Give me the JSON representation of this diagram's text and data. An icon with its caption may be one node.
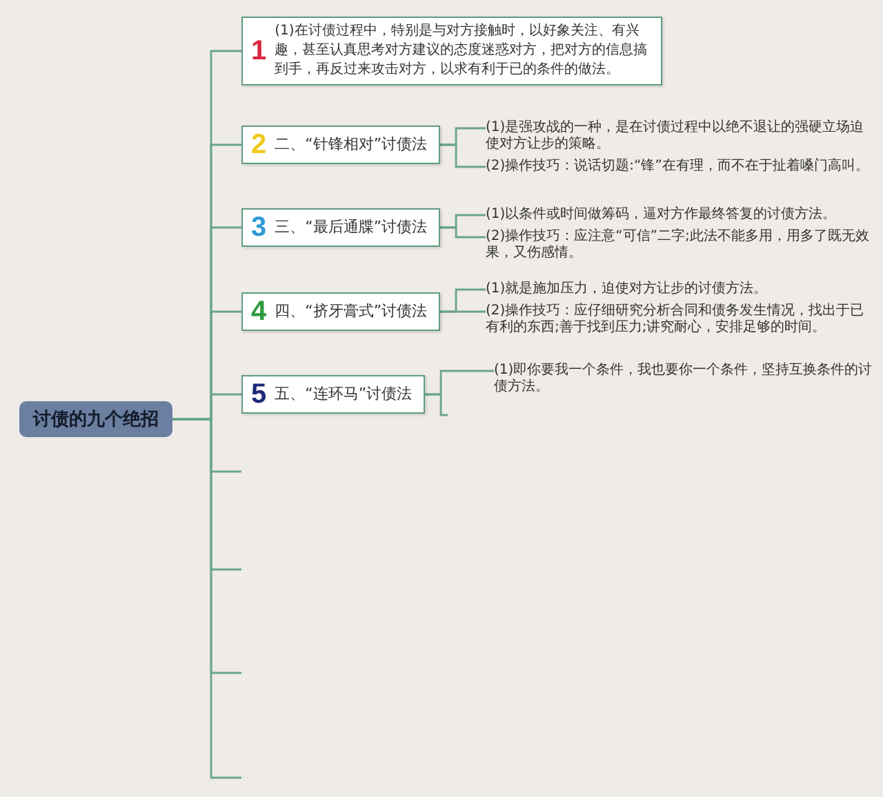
{
  "diagram": {
    "nodes": [
      {
        "text": [
          "讨债的九个绝招"
        ]
      },
      {
        "text": [
          "1",
          "(1)在讨债过程中，特别是与对方接触时，以好象关注、有兴趣，甚至认真思考对方建议的态度迷惑对方，把对方的信息搞到手，再反过来攻击对方，以求有利于已的条件的做法。"
        ]
      },
      {
        "text": [
          "2",
          "二、“针锋相对”讨债法"
        ]
      },
      {
        "text": [
          "3",
          "三、“最后通牒”讨债法"
        ]
      },
      {
        "text": [
          "4",
          "四、“挤牙膏式”讨债法"
        ]
      },
      {
        "text": [
          "5",
          "五、“连环马”讨债法"
        ]
      },
      {
        "text": [
          "(1)是强攻战的一种，是在讨债过程中以绝不退让的强硬立场迫使对方让步的策略。"
        ]
      },
      {
        "text": [
          "(2)操作技巧：说话切题:“锋”在有理，而不在于扯着嗓门高叫。"
        ]
      },
      {
        "text": [
          "(1)以条件或时间做筹码，逼对方作最终答复的讨债方法。"
        ]
      },
      {
        "text": [
          "(2)操作技巧：应注意“可信”二字;此法不能多用，用多了既无效果，又伤感情。"
        ]
      },
      {
        "text": [
          "(1)就是施加压力，迫使对方让步的讨债方法。"
        ]
      },
      {
        "text": [
          "(2)操作技巧：应仔细研究分析合同和债务发生情况，找出于已有利的东西;善于找到压力;讲究耐心，安排足够的时间。"
        ]
      },
      {
        "text": [
          "(1)即你要我一个条件，我也要你一个条件，坚持互换条件的讨债方法。"
        ]
      }
    ],
    "edges": [
      {
        "from": 0,
        "to": 1,
        "arrow": "none"
      },
      {
        "from": 0,
        "to": 2,
        "arrow": "none"
      },
      {
        "from": 0,
        "to": 3,
        "arrow": "none"
      },
      {
        "from": 0,
        "to": 4,
        "arrow": "none"
      },
      {
        "from": 0,
        "to": 5,
        "arrow": "none"
      },
      {
        "from": 0,
        "to": null,
        "arrow": "none"
      },
      {
        "from": 0,
        "to": null,
        "arrow": "none"
      },
      {
        "from": 0,
        "to": null,
        "arrow": "none"
      },
      {
        "from": 0,
        "to": null,
        "arrow": "none"
      },
      {
        "from": 2,
        "to": 6,
        "arrow": "none"
      },
      {
        "from": 2,
        "to": 7,
        "arrow": "none"
      },
      {
        "from": 3,
        "to": 8,
        "arrow": "none"
      },
      {
        "from": 3,
        "to": 9,
        "arrow": "none"
      },
      {
        "from": 4,
        "to": 10,
        "arrow": "none"
      },
      {
        "from": 4,
        "to": 11,
        "arrow": "none"
      },
      {
        "from": 5,
        "to": 12,
        "arrow": "none"
      },
      {
        "from": 5,
        "to": null,
        "arrow": "none"
      }
    ]
  }
}
